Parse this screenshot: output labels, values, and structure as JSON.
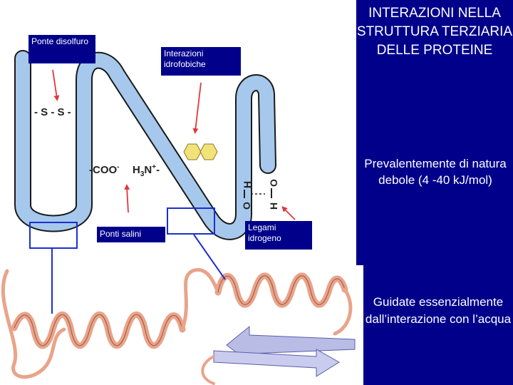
{
  "title": "INTERAZIONI NELLA STRUTTURA TERZIARIA DELLE PROTEINE",
  "subtitle": "Prevalentemente di natura debole (4 -40 kJ/mol)",
  "guided_text": "Guidate essenzialmente dall’interazione con l’acqua",
  "labels": {
    "disulfide": "Ponte disolfuro",
    "hydrophobic": "Interazioni idrofobiche",
    "salt": "Ponti salini",
    "hbond": "Legami idrogeno"
  },
  "chem": {
    "ss": "- S - S -",
    "coo": "-COO",
    "coo_sup": "-",
    "nh3": "H",
    "nh3_sub": "3",
    "nh3_n": "N",
    "nh3_sup": "+",
    "nh3_end": "-",
    "h": "H",
    "o": "O"
  },
  "colors": {
    "panel": "#00008b",
    "tube": "#a6c8ec",
    "tube_outline": "#1a1a1a",
    "arrow": "#e0383a",
    "hexagon": "#f2e27a",
    "frame": "#1b2fd0",
    "ribbon": "#e8a48a",
    "sheet": "#b9bde6"
  }
}
